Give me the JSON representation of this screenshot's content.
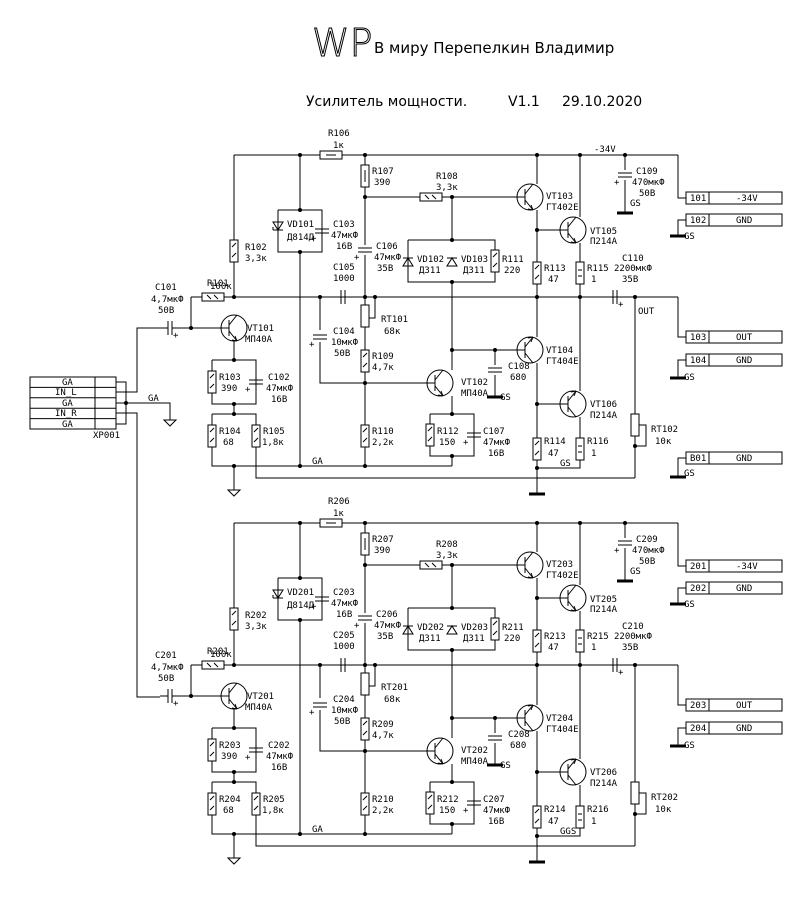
{
  "header": {
    "logo": "WP",
    "author": "В миру Перепелкин Владимир",
    "title": "Усилитель мощности.",
    "version": "V1.1",
    "date": "29.10.2020"
  },
  "input_connector": {
    "ref": "XP001",
    "pins": [
      "GA",
      "IN_L",
      "GA",
      "IN_R",
      "GA"
    ],
    "ground_label": "GA"
  },
  "channels": [
    {
      "id": "1",
      "components": {
        "C101": {
          "ref": "C101",
          "value": "4,7мкФ",
          "voltage": "50В"
        },
        "R101": {
          "ref": "R101",
          "value": "100к"
        },
        "R102": {
          "ref": "R102",
          "value": "3,3к"
        },
        "VT101": {
          "ref": "VT101",
          "type": "МП40А"
        },
        "R103": {
          "ref": "R103",
          "value": "390"
        },
        "C102": {
          "ref": "C102",
          "value": "47мкФ",
          "voltage": "16В"
        },
        "R104": {
          "ref": "R104",
          "value": "68"
        },
        "R105": {
          "ref": "R105",
          "value": "1,8к"
        },
        "R106": {
          "ref": "R106",
          "value": "1к"
        },
        "VD101": {
          "ref": "VD101",
          "type": "Д814Д"
        },
        "C103": {
          "ref": "C103",
          "value": "47мкФ",
          "voltage": "16В"
        },
        "R107": {
          "ref": "R107",
          "value": "390"
        },
        "R108": {
          "ref": "R108",
          "value": "3,3к"
        },
        "C106": {
          "ref": "C106",
          "value": "47мкФ",
          "voltage": "35В"
        },
        "C105": {
          "ref": "C105",
          "value": "1000"
        },
        "VD102": {
          "ref": "VD102",
          "type": "Д311"
        },
        "VD103": {
          "ref": "VD103",
          "type": "Д311"
        },
        "R111": {
          "ref": "R111",
          "value": "220"
        },
        "RT101": {
          "ref": "RT101",
          "value": "68к"
        },
        "C104": {
          "ref": "C104",
          "value": "10мкФ",
          "voltage": "50В"
        },
        "R109": {
          "ref": "R109",
          "value": "4,7к"
        },
        "R110": {
          "ref": "R110",
          "value": "2,2к"
        },
        "VT102": {
          "ref": "VT102",
          "type": "МП40А"
        },
        "R112": {
          "ref": "R112",
          "value": "150"
        },
        "C107": {
          "ref": "C107",
          "value": "47мкФ",
          "voltage": "16В"
        },
        "C108": {
          "ref": "C108",
          "value": "680"
        },
        "VT103": {
          "ref": "VT103",
          "type": "ГТ402Е"
        },
        "VT104": {
          "ref": "VT104",
          "type": "ГТ404Е"
        },
        "VT105": {
          "ref": "VT105",
          "type": "П214А"
        },
        "VT106": {
          "ref": "VT106",
          "type": "П214А"
        },
        "R113": {
          "ref": "R113",
          "value": "47"
        },
        "R114": {
          "ref": "R114",
          "value": "47"
        },
        "R115": {
          "ref": "R115",
          "value": "1"
        },
        "R116": {
          "ref": "R116",
          "value": "1"
        },
        "C109": {
          "ref": "C109",
          "value": "470мкФ",
          "voltage": "50В"
        },
        "C110": {
          "ref": "C110",
          "value": "2200мкФ",
          "voltage": "35В"
        },
        "RT102": {
          "ref": "RT102",
          "value": "10к"
        }
      },
      "net_labels": {
        "supply": "-34V",
        "out": "OUT",
        "ga": "GA",
        "gs": "GS",
        "gs_bottom": "GS"
      },
      "connectors": [
        {
          "pin": "101",
          "label": "-34V"
        },
        {
          "pin": "102",
          "label": "GND"
        },
        {
          "pin": "103",
          "label": "OUT"
        },
        {
          "pin": "104",
          "label": "GND"
        },
        {
          "pin": "B01",
          "label": "GND"
        }
      ]
    },
    {
      "id": "2",
      "components": {
        "C101": {
          "ref": "C201",
          "value": "4,7мкФ",
          "voltage": "50В"
        },
        "R101": {
          "ref": "R201",
          "value": "100к"
        },
        "R102": {
          "ref": "R202",
          "value": "3,3к"
        },
        "VT101": {
          "ref": "VT201",
          "type": "МП40А"
        },
        "R103": {
          "ref": "R203",
          "value": "390"
        },
        "C102": {
          "ref": "C202",
          "value": "47мкФ",
          "voltage": "16В"
        },
        "R104": {
          "ref": "R204",
          "value": "68"
        },
        "R105": {
          "ref": "R205",
          "value": "1,8к"
        },
        "R106": {
          "ref": "R206",
          "value": "1к"
        },
        "VD101": {
          "ref": "VD201",
          "type": "Д814Д"
        },
        "C103": {
          "ref": "C203",
          "value": "47мкФ",
          "voltage": "16В"
        },
        "R107": {
          "ref": "R207",
          "value": "390"
        },
        "R108": {
          "ref": "R208",
          "value": "3,3к"
        },
        "C106": {
          "ref": "C206",
          "value": "47мкФ",
          "voltage": "35В"
        },
        "C105": {
          "ref": "C205",
          "value": "1000"
        },
        "VD102": {
          "ref": "VD202",
          "type": "Д311"
        },
        "VD103": {
          "ref": "VD203",
          "type": "Д311"
        },
        "R111": {
          "ref": "R211",
          "value": "220"
        },
        "RT101": {
          "ref": "RT201",
          "value": "68к"
        },
        "C104": {
          "ref": "C204",
          "value": "10мкФ",
          "voltage": "50В"
        },
        "R109": {
          "ref": "R209",
          "value": "4,7к"
        },
        "R110": {
          "ref": "R210",
          "value": "2,2к"
        },
        "VT102": {
          "ref": "VT202",
          "type": "МП40А"
        },
        "R112": {
          "ref": "R212",
          "value": "150"
        },
        "C107": {
          "ref": "C207",
          "value": "47мкФ",
          "voltage": "16В"
        },
        "C108": {
          "ref": "C208",
          "value": "680"
        },
        "VT103": {
          "ref": "VT203",
          "type": "ГТ402Е"
        },
        "VT104": {
          "ref": "VT204",
          "type": "ГТ404Е"
        },
        "VT105": {
          "ref": "VT205",
          "type": "П214А"
        },
        "VT106": {
          "ref": "VT206",
          "type": "П214А"
        },
        "R113": {
          "ref": "R213",
          "value": "47"
        },
        "R114": {
          "ref": "R214",
          "value": "47"
        },
        "R115": {
          "ref": "R215",
          "value": "1"
        },
        "R116": {
          "ref": "R216",
          "value": "1"
        },
        "C109": {
          "ref": "C209",
          "value": "470мкФ",
          "voltage": "50В"
        },
        "C110": {
          "ref": "C210",
          "value": "2200мкФ",
          "voltage": "35В"
        },
        "RT102": {
          "ref": "RT202",
          "value": "10к"
        }
      },
      "net_labels": {
        "supply": "",
        "out": "",
        "ga": "GA",
        "gs": "GS",
        "gs_bottom": "GGS"
      },
      "connectors": [
        {
          "pin": "201",
          "label": "-34V"
        },
        {
          "pin": "202",
          "label": "GND"
        },
        {
          "pin": "203",
          "label": "OUT"
        },
        {
          "pin": "204",
          "label": "GND"
        }
      ]
    }
  ]
}
